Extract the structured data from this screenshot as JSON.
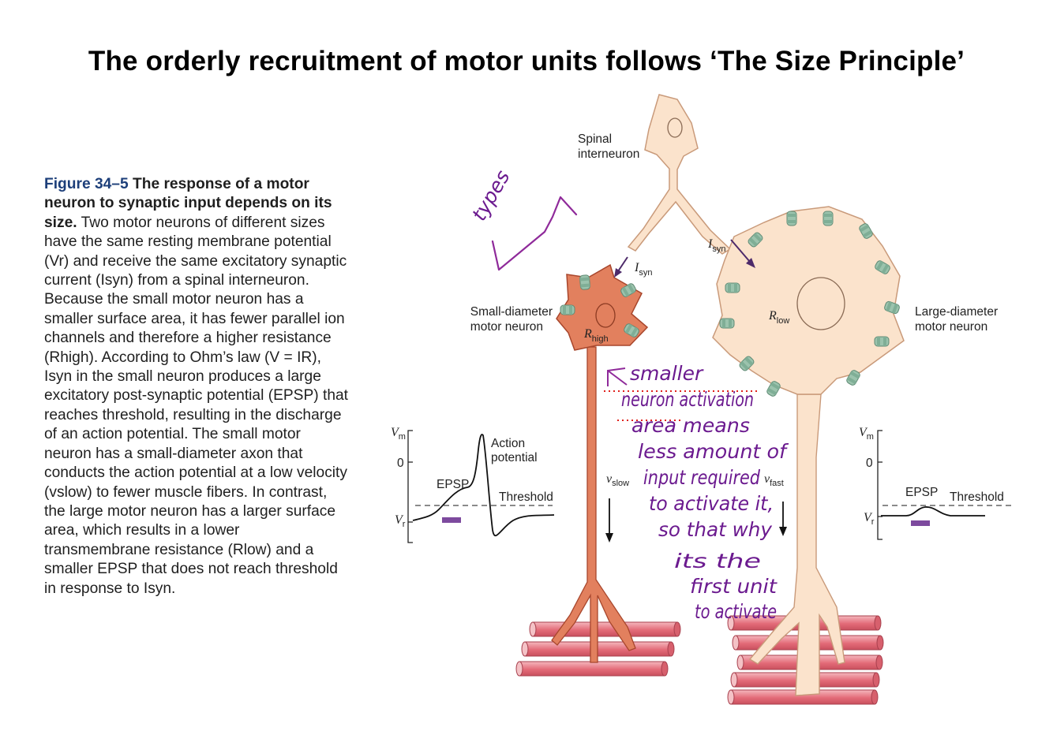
{
  "title": "The orderly recruitment of motor units follows ‘The Size Principle’",
  "caption": {
    "figure_number": "Figure 34–5",
    "heading": "The response of a motor neuron to synaptic input depends on its size.",
    "body": "Two motor neurons of different sizes have the same resting membrane potential (Vr) and receive the same excitatory synaptic current (Isyn) from a spinal interneuron. Because the small motor neuron has a smaller surface area, it has fewer parallel ion channels and therefore a higher resistance (Rhigh). According to Ohm’s law (V = IR), Isyn in the small neuron produces a large excitatory post-synaptic potential (EPSP) that reaches threshold, resulting in the discharge of an action potential. The small motor neuron has a small-diameter axon that conducts the action potential at a low velocity (vslow) to fewer muscle fibers. In contrast, the large motor neuron has a larger surface area, which results in a lower transmembrane resistance (Rlow) and a smaller EPSP that does not reach threshold in response to Isyn."
  },
  "labels": {
    "interneuron_l1": "Spinal",
    "interneuron_l2": "interneuron",
    "isyn_left_main": "I",
    "isyn_left_sub": "syn",
    "isyn_right_main": "I",
    "isyn_right_sub": "syn",
    "small_neuron_l1": "Small-diameter",
    "small_neuron_l2": "motor neuron",
    "large_neuron_l1": "Large-diameter",
    "large_neuron_l2": "motor neuron",
    "r_high_main": "R",
    "r_high_sub": "high",
    "r_low_main": "R",
    "r_low_sub": "low",
    "v_slow_main": "v",
    "v_slow_sub": "slow",
    "v_fast_main": "v",
    "v_fast_sub": "fast"
  },
  "left_trace": {
    "vm_main": "V",
    "vm_sub": "m",
    "zero": "0",
    "vr_main": "V",
    "vr_sub": "r",
    "epsp": "EPSP",
    "threshold": "Threshold",
    "action_l1": "Action",
    "action_l2": "potential"
  },
  "right_trace": {
    "vm_main": "V",
    "vm_sub": "m",
    "zero": "0",
    "vr_main": "V",
    "vr_sub": "r",
    "epsp": "EPSP",
    "threshold": "Threshold"
  },
  "handwriting": {
    "types": "types",
    "lines": [
      "smaller",
      "neuron activation",
      "area means",
      "less amount of",
      "input required",
      "to activate it,",
      "so that why",
      "its the",
      "first unit",
      "to activate"
    ]
  },
  "colors": {
    "title": "#000000",
    "figure_number": "#1d3f7a",
    "small_neuron_fill": "#e2805e",
    "small_neuron_stroke": "#a8462c",
    "large_neuron_fill": "#fbe3cc",
    "large_neuron_stroke": "#c99a7a",
    "ion_channel": "#9bc3ad",
    "muscle_fiber": "#e36b78",
    "annotation_ink": "#6b1a8f",
    "stimulus_bar": "#7d4a9e",
    "highlight_dots": "#e0201b"
  }
}
